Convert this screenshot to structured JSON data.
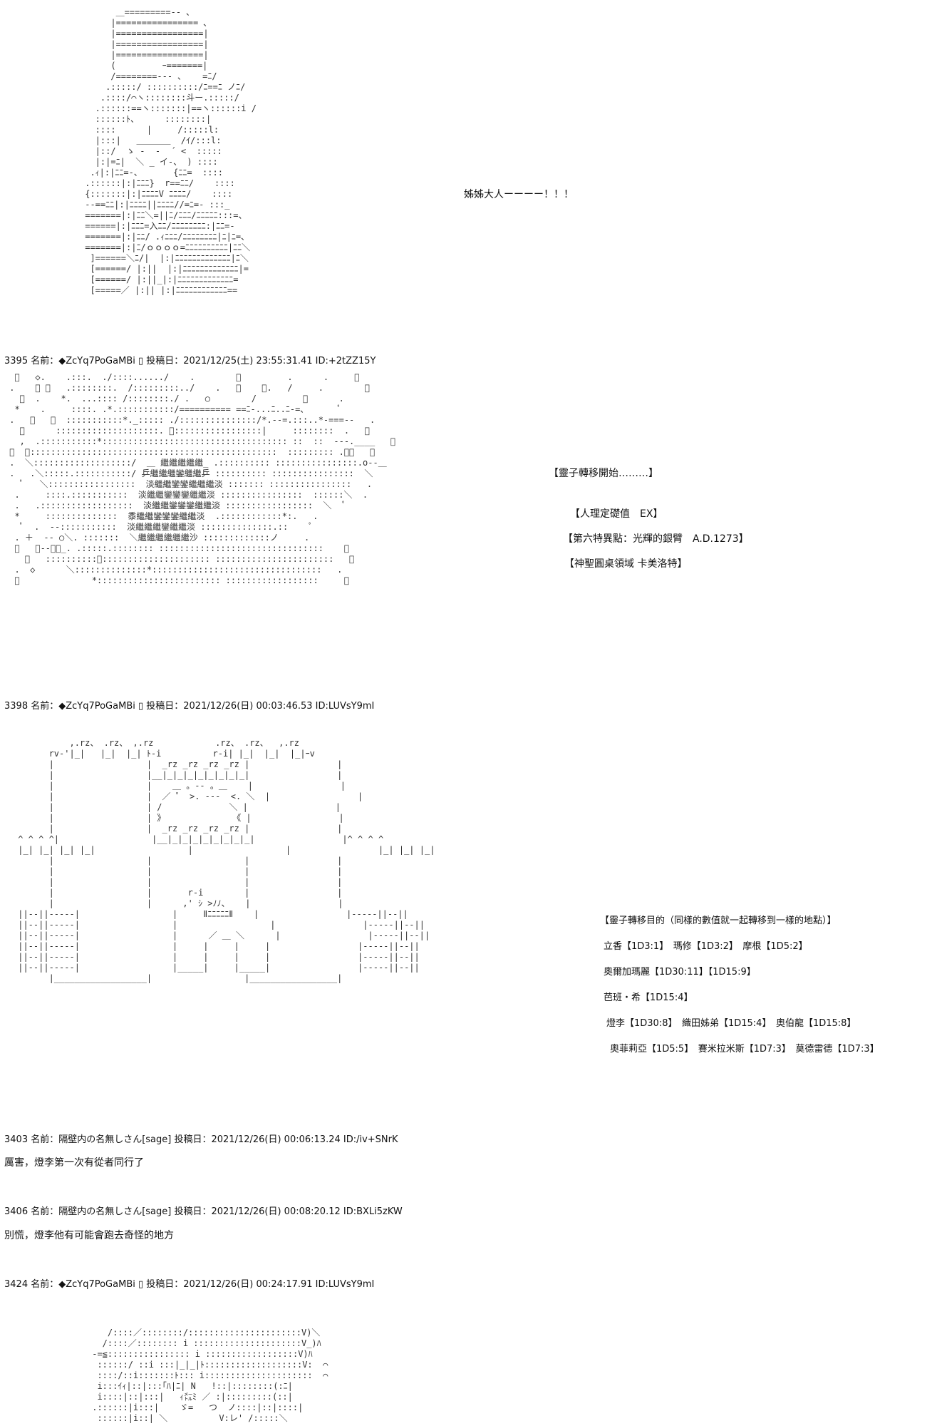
{
  "posts": [
    {
      "header": "3395 名前：◆ZcYq7PoGaMBi ▯ 投稿日：2021/12/25(土) 23:55:31.41 ID:+2tZZ15Y"
    },
    {
      "header": "3398 名前：◆ZcYq7PoGaMBi ▯ 投稿日：2021/12/26(日) 00:03:46.53 ID:LUVsY9mI"
    },
    {
      "header": "3403 名前：隔壁内の名無しさん[sage] 投稿日：2021/12/26(日) 00:06:13.24 ID:/iv+SNrK",
      "body": "厲害，燈李第一次有從者同行了"
    },
    {
      "header": "3406 名前：隔壁内の名無しさん[sage] 投稿日：2021/12/26(日) 00:08:20.12 ID:BXLi5zKW",
      "body": "別慌，燈李他有可能會跑去奇怪的地方"
    },
    {
      "header": "3424 名前：◆ZcYq7PoGaMBi ▯ 投稿日：2021/12/26(日) 00:24:17.91 ID:LUVsY9mI"
    }
  ],
  "shout": "姊姊大人ーーーー！！！",
  "transfer": {
    "start": "【靈子轉移開始………】",
    "lines": [
      "【人理定礎值　EX】",
      "【第六特異點：光輝的銀臂　A.D.1273】",
      "【神聖圓桌領域 卡美洛特】"
    ]
  },
  "targets": {
    "title": "【靈子轉移目的（同樣的數值就一起轉移到一樣的地點）】",
    "rows": [
      "立香【1D3:1】　瑪修【1D3:2】　摩根【1D5:2】",
      "奧爾加瑪麗【1D30:11】【1D15:9】",
      "芭班・希【1D15:4】",
      "燈李【1D30:8】　織田姊弟【1D15:4】　奧伯龍【1D15:8】",
      "奧菲莉亞【1D5:5】　賽米拉米斯【1D7:3】　莫德雷德【1D7:3】"
    ]
  }
}
